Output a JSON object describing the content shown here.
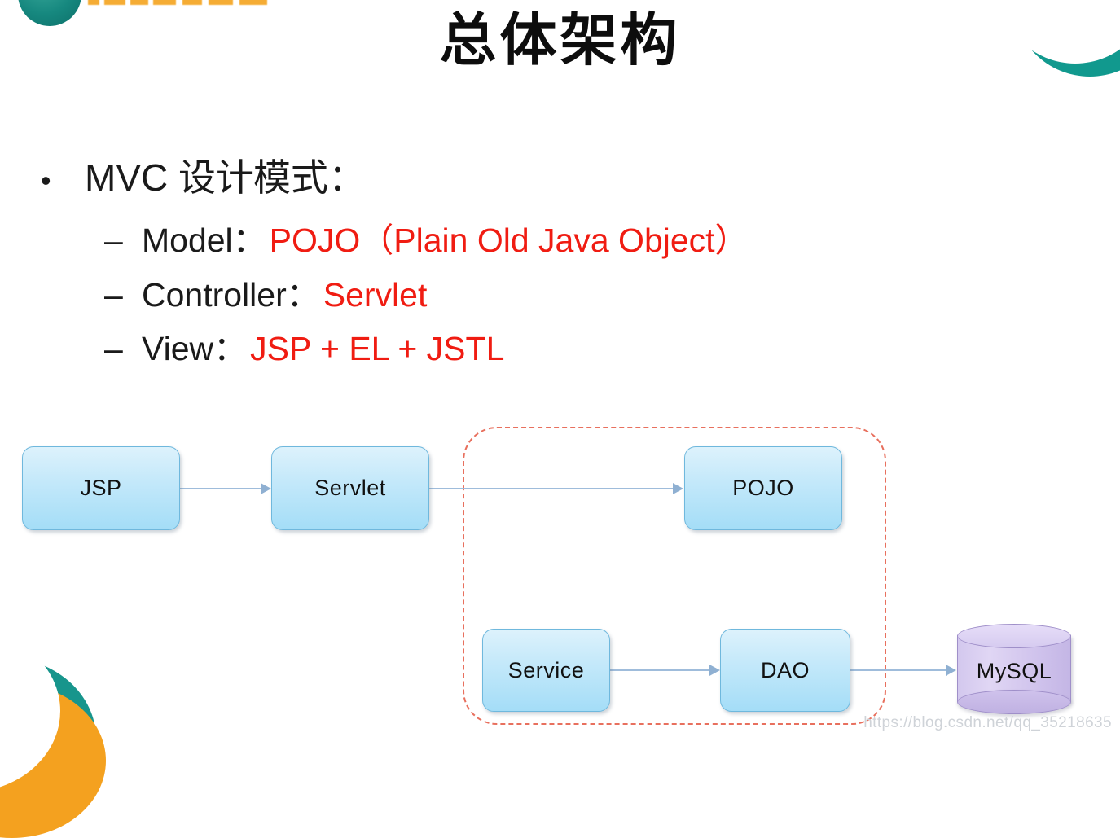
{
  "slide": {
    "title": "总体架构",
    "watermark": "https://blog.csdn.net/qq_35218635"
  },
  "branding": {
    "logo_icon": "teal-circle-logo",
    "logo_wordmark": "orange-wordmark",
    "colors": {
      "teal": "#11998e",
      "orange": "#f4a11f",
      "accent_red": "#f01c12",
      "node_border": "#6fb8dd",
      "node_fill_top": "#ddf2fc",
      "node_fill_bottom": "#a4ddf7",
      "group_dash": "#e8705e",
      "arrow": "#9fbcdb",
      "db_fill": "#d6cbf0"
    }
  },
  "bullets": {
    "level1": {
      "marker": "•",
      "text": "MVC 设计模式："
    },
    "level2": [
      {
        "marker": "–",
        "label": "Model：",
        "value": "POJO（Plain Old Java Object）"
      },
      {
        "marker": "–",
        "label": "Controller：",
        "value": "Servlet"
      },
      {
        "marker": "–",
        "label": "View：",
        "value": "JSP + EL + JSTL"
      }
    ]
  },
  "diagram": {
    "nodes": [
      {
        "id": "jsp",
        "label": "JSP",
        "shape": "rounded-rect"
      },
      {
        "id": "servlet",
        "label": "Servlet",
        "shape": "rounded-rect"
      },
      {
        "id": "pojo",
        "label": "POJO",
        "shape": "rounded-rect"
      },
      {
        "id": "service",
        "label": "Service",
        "shape": "rounded-rect"
      },
      {
        "id": "dao",
        "label": "DAO",
        "shape": "rounded-rect"
      },
      {
        "id": "mysql",
        "label": "MySQL",
        "shape": "cylinder"
      }
    ],
    "edges": [
      {
        "from": "jsp",
        "to": "servlet"
      },
      {
        "from": "servlet",
        "to": "pojo"
      },
      {
        "from": "service",
        "to": "dao"
      },
      {
        "from": "dao",
        "to": "mysql"
      }
    ],
    "group": {
      "style": "dashed-rounded",
      "contains": [
        "pojo",
        "service",
        "dao"
      ]
    }
  }
}
